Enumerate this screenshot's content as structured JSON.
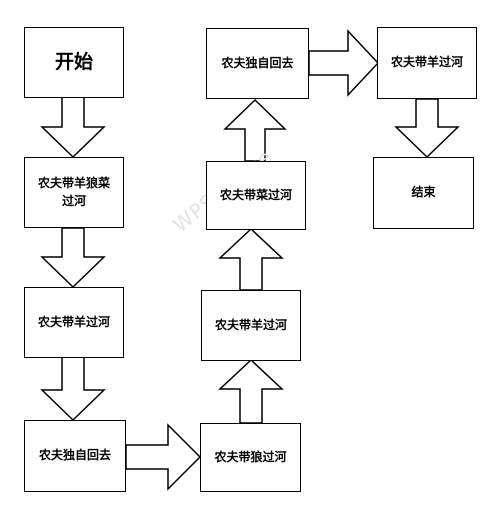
{
  "steps": {
    "start": "开始",
    "s1": "农夫带羊狼菜过河",
    "s2": "农夫带羊过河",
    "s3": "农夫独自回去",
    "s4": "农夫带狼过河",
    "s5": "农夫带羊过河",
    "s6": "农夫带菜过河",
    "s7": "农夫独自回去",
    "s8": "农夫带羊过河",
    "end": "结束"
  },
  "watermark": "WPS Office"
}
